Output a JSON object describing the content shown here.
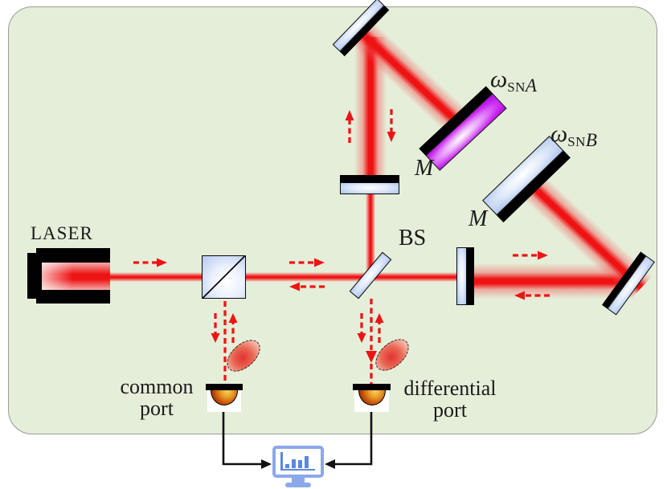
{
  "colors": {
    "bg-green": "#e5eed9",
    "panel-border": "#999999",
    "beam-red": "#ee1414",
    "glass-blue": "#a9c2ee",
    "pump-purple": "#cb2cf2",
    "det-hi": "#f8cf58",
    "det-lo": "#6d1800",
    "monitor-blue": "#8ca8ea",
    "chart-blue": "#5b87e0"
  },
  "labels": {
    "laser": "LASER",
    "beam_splitter": "BS",
    "mirror_a": {
      "omega": "ω",
      "subscript": "SN",
      "suffix": "A",
      "mirror": "M"
    },
    "mirror_b": {
      "omega": "ω",
      "subscript": "SN",
      "suffix": "B",
      "mirror": "M"
    },
    "common_port": {
      "line1": "common",
      "line2": "port"
    },
    "differential_port": {
      "line1": "differential",
      "line2": "port"
    }
  }
}
